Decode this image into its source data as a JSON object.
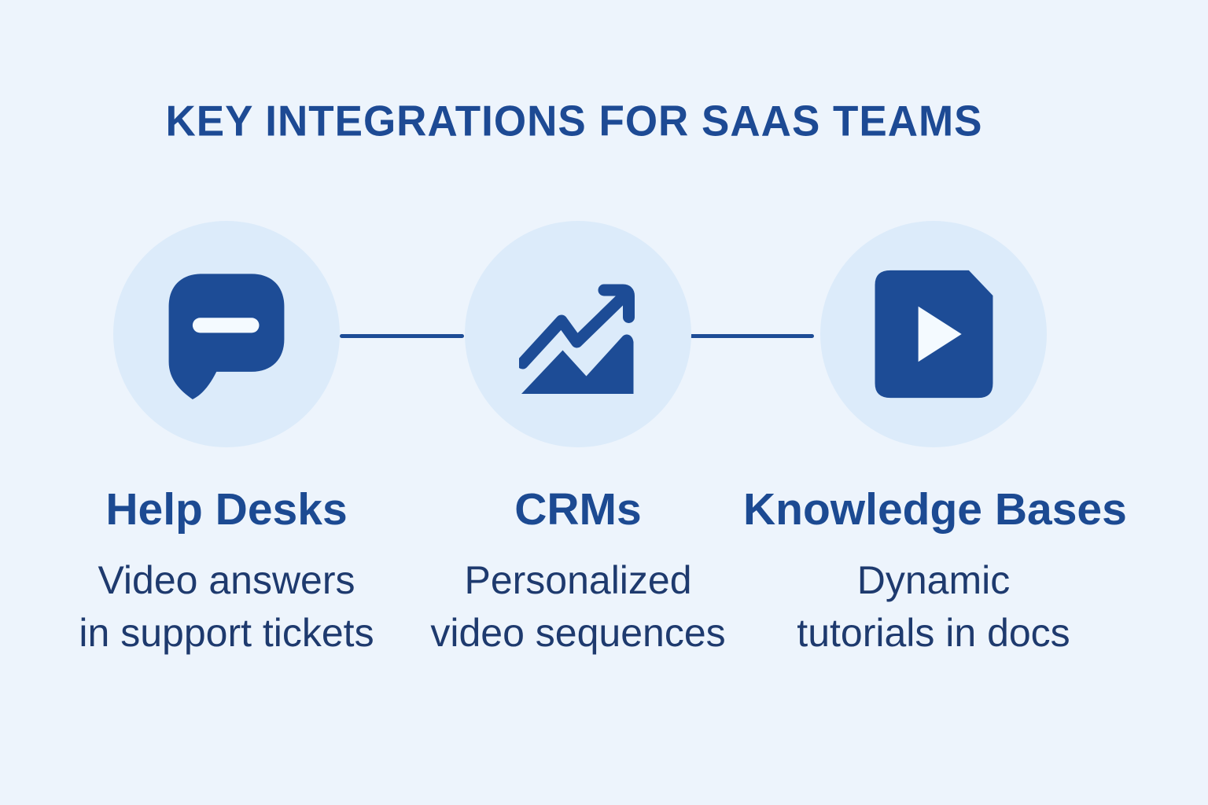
{
  "title": "KEY INTEGRATIONS FOR SAAS TEAMS",
  "palette": {
    "page_background": "#edf4fc",
    "circle_background": "#dcebfa",
    "icon_blue": "#1d4c96",
    "icon_glyph_white": "#f4faff",
    "title_color": "#1d4a94",
    "heading_color": "#1c4a92",
    "description_color": "#1e3a6e",
    "connector_color": "#1d4c96"
  },
  "items": [
    {
      "icon": "chat-bubble-icon",
      "heading": "Help Desks",
      "description_lines": [
        "Video answers",
        "in support tickets"
      ]
    },
    {
      "icon": "trend-chart-icon",
      "heading": "CRMs",
      "description_lines": [
        "Personalized",
        "video sequences"
      ]
    },
    {
      "icon": "video-document-icon",
      "heading": "Knowledge Bases",
      "description_lines": [
        "Dynamic",
        "tutorials in docs"
      ]
    }
  ]
}
